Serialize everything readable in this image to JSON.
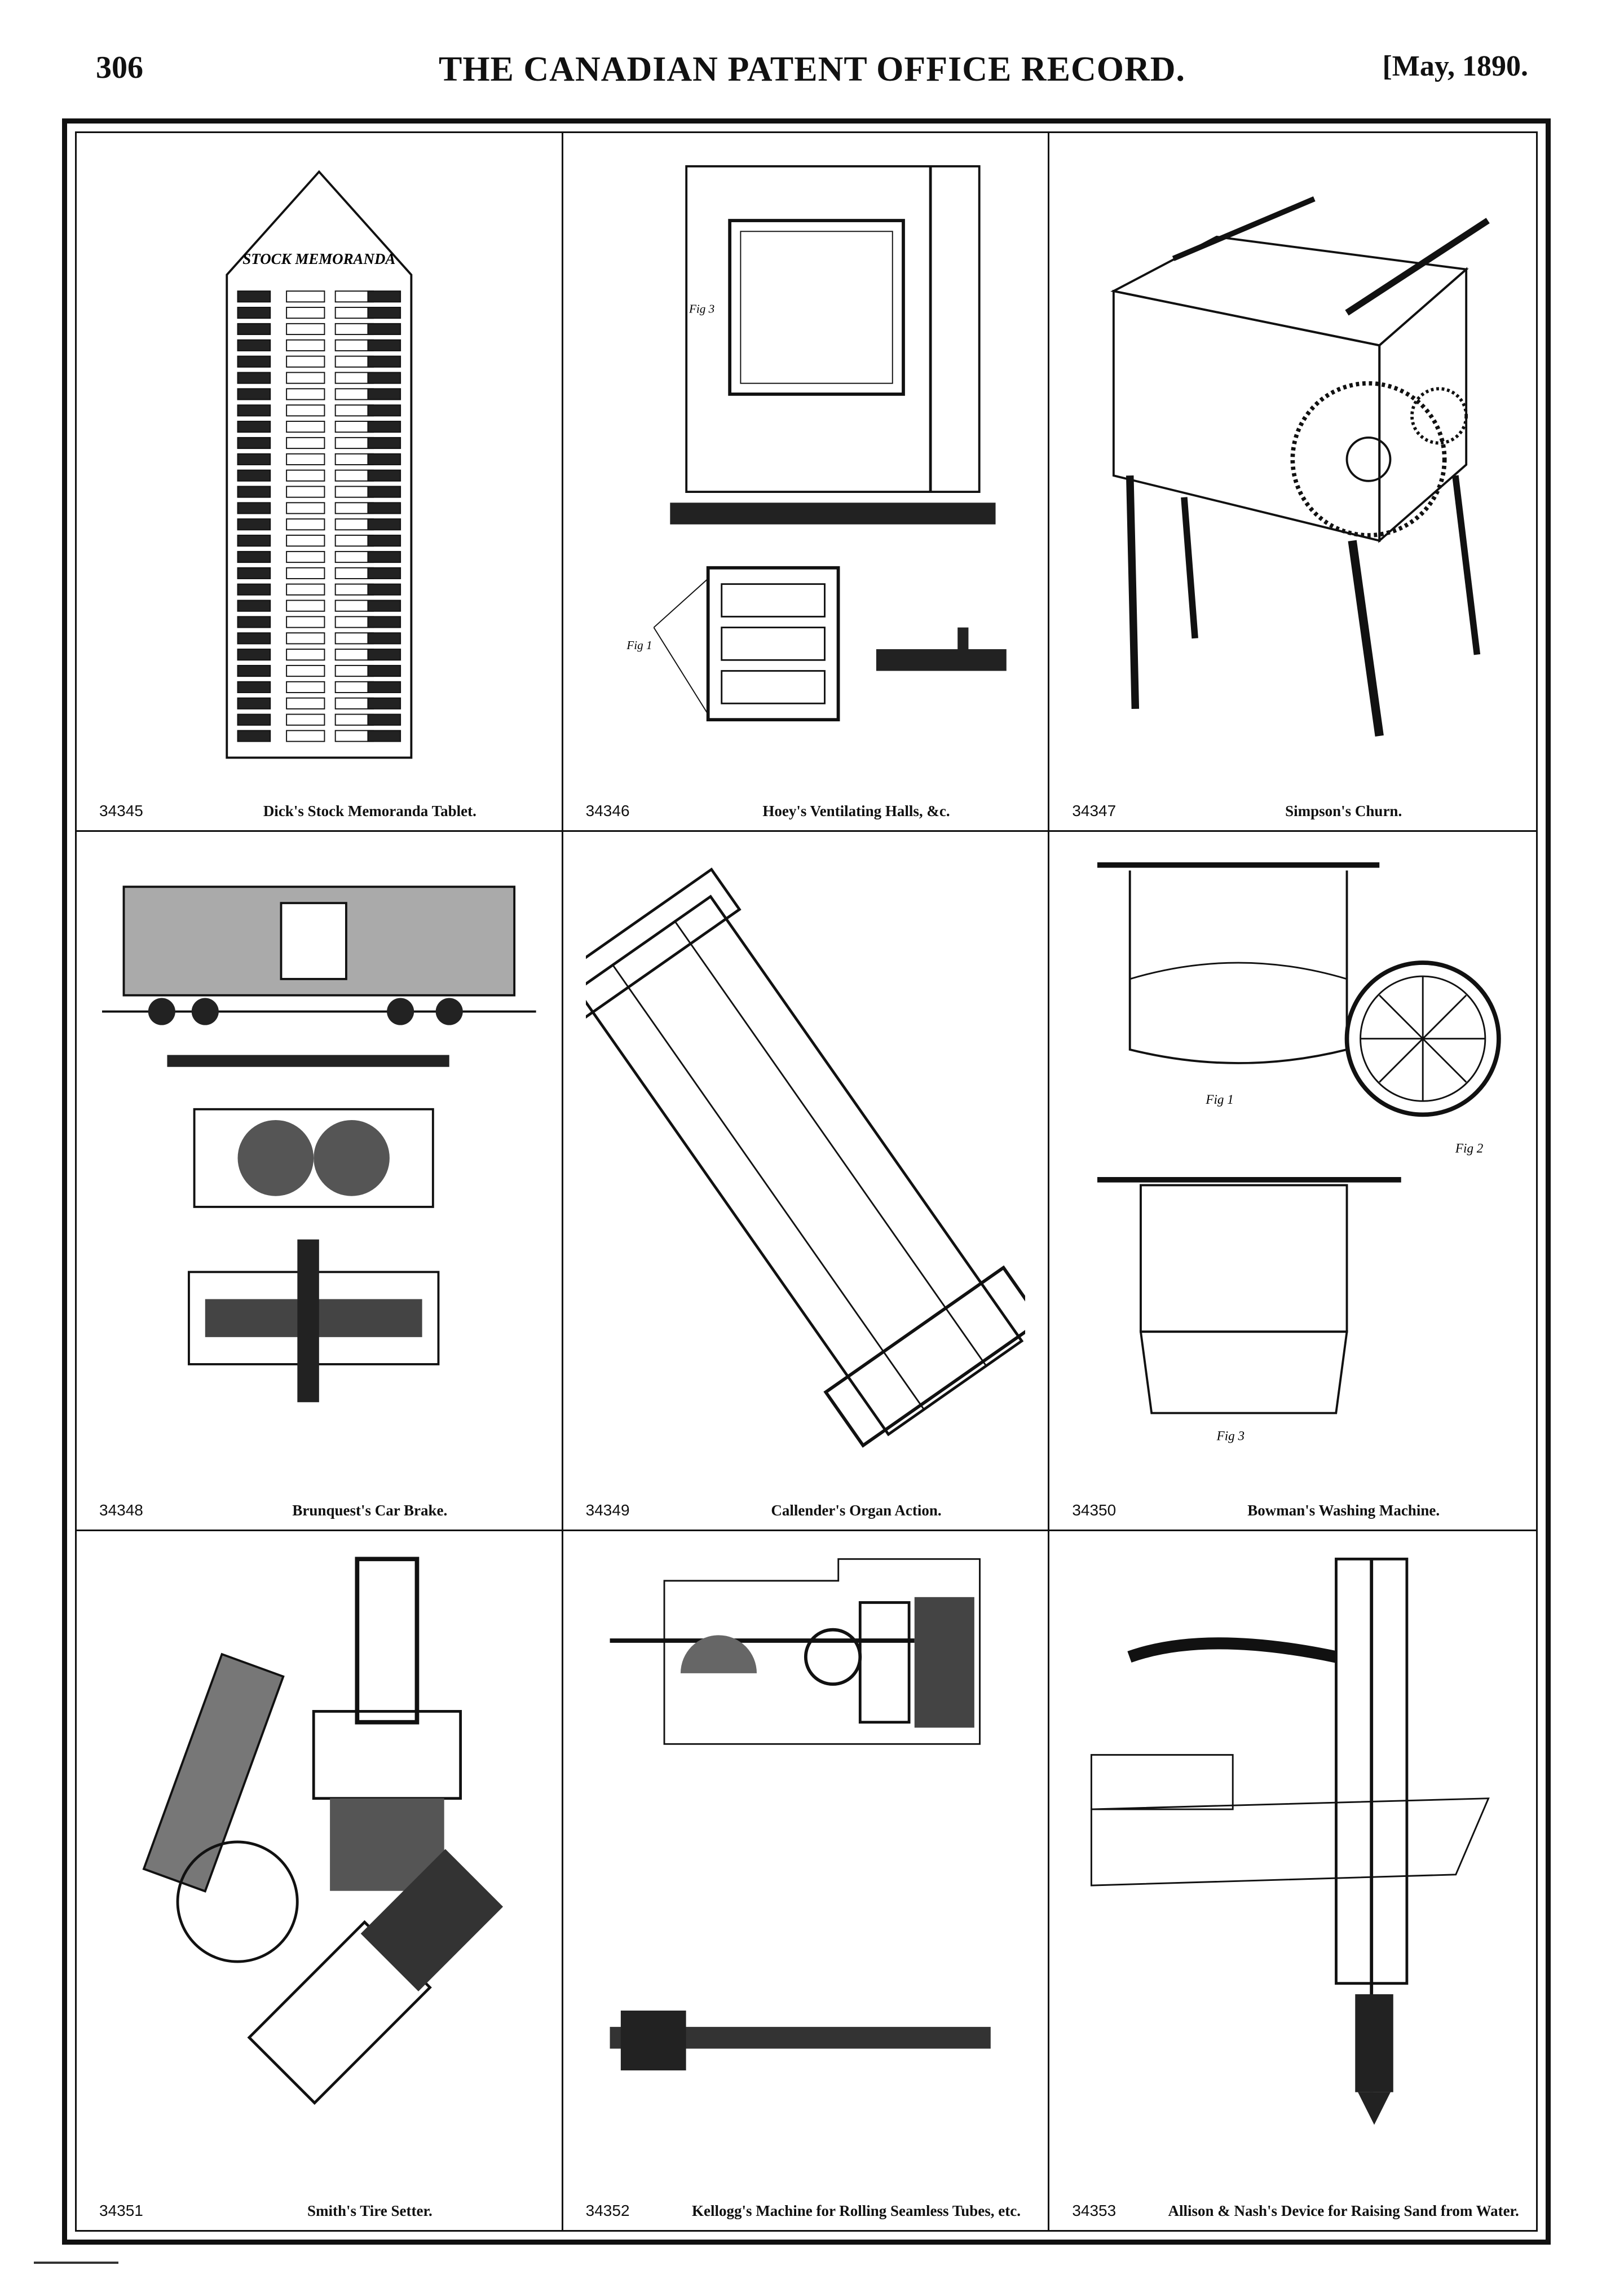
{
  "header": {
    "page_number": "306",
    "title": "THE CANADIAN PATENT OFFICE RECORD.",
    "date": "[May, 1890."
  },
  "patents": [
    {
      "number": "34345",
      "title": "Dick's Stock Memoranda Tablet."
    },
    {
      "number": "34346",
      "title": "Hoey's Ventilating Halls, &c."
    },
    {
      "number": "34347",
      "title": "Simpson's Churn."
    },
    {
      "number": "34348",
      "title": "Brunquest's Car Brake."
    },
    {
      "number": "34349",
      "title": "Callender's Organ Action."
    },
    {
      "number": "34350",
      "title": "Bowman's Washing Machine."
    },
    {
      "number": "34351",
      "title": "Smith's Tire Setter."
    },
    {
      "number": "34352",
      "title": "Kellogg's Machine for Rolling Seamless Tubes, etc."
    },
    {
      "number": "34353",
      "title": "Allison & Nash's Device for Raising Sand from Water."
    }
  ],
  "figures": {
    "memoranda_heading": "STOCK MEMORANDA",
    "fig_1": "Fig 1",
    "fig_2": "Fig 2",
    "fig_3": "Fig 3"
  }
}
